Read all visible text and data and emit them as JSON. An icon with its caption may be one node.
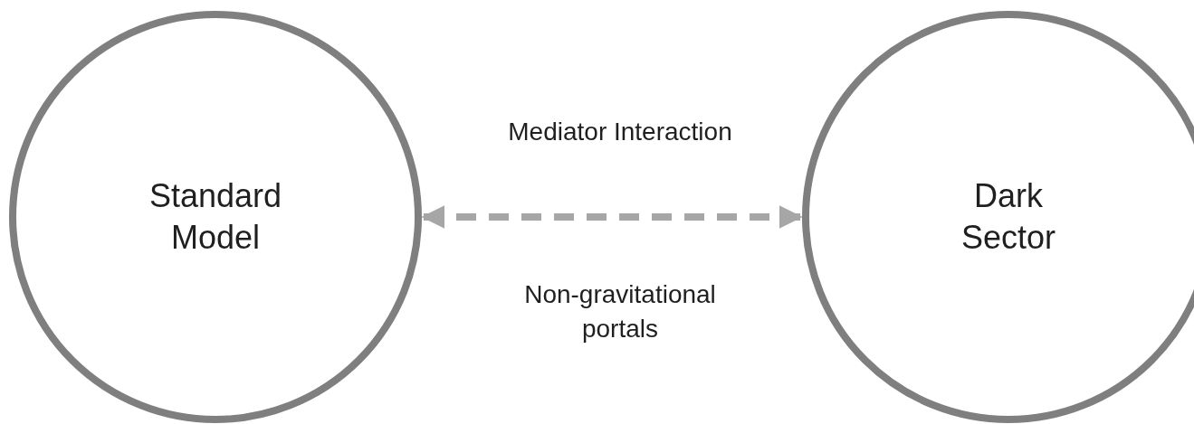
{
  "diagram": {
    "nodes": [
      {
        "text": [
          "Standard Model"
        ]
      },
      {
        "text": [
          "Dark Sector"
        ]
      }
    ],
    "edges": [
      {
        "from": 0,
        "to": 1,
        "arrow": "both",
        "style": "dashed",
        "label": "Mediator Interaction"
      }
    ],
    "labels": [
      "Non-gravitational portals"
    ]
  }
}
